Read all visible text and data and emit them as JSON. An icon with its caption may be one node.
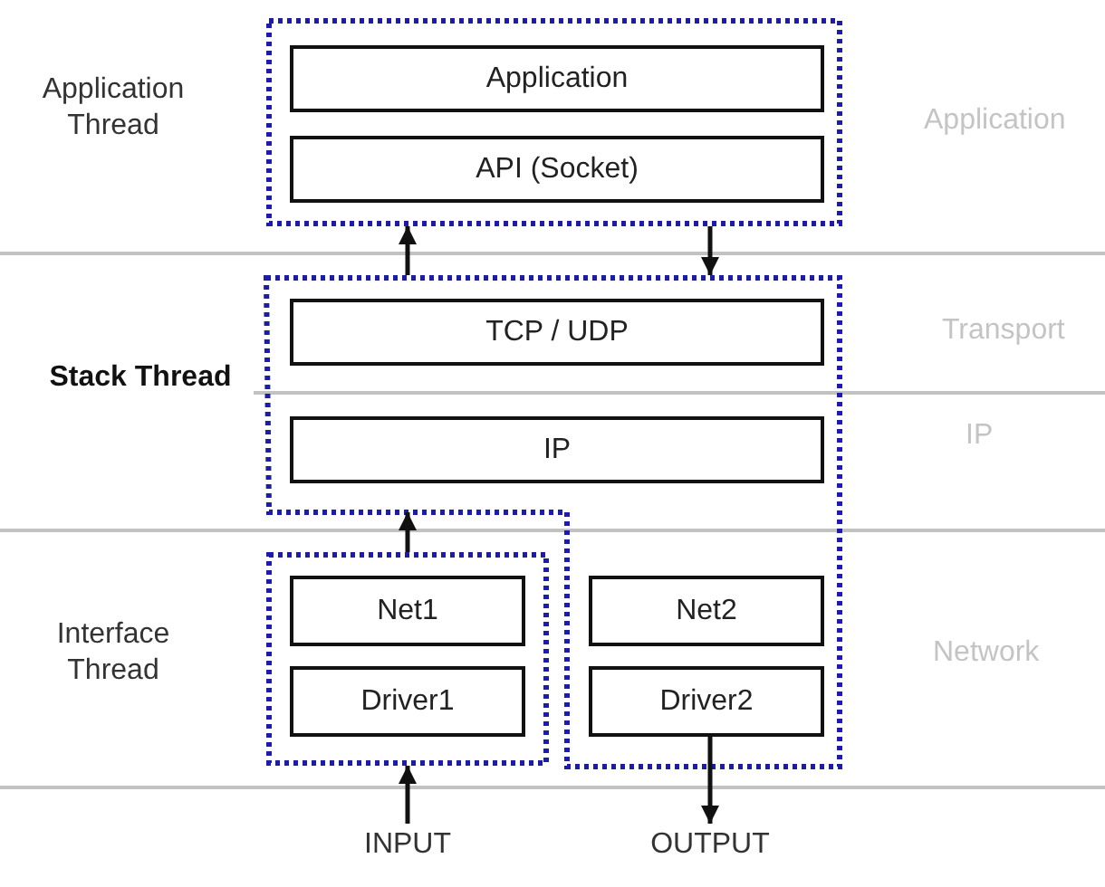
{
  "diagram": {
    "nodes": [
      {
        "text": [
          "Application Thread"
        ]
      },
      {
        "text": [
          "Application"
        ],
        "in": 0
      },
      {
        "text": [
          "API (Socket)"
        ],
        "in": 0
      },
      {
        "text": [
          "Stack Thread"
        ]
      },
      {
        "text": [
          "TCP / UDP"
        ],
        "in": 3
      },
      {
        "text": [
          "IP"
        ],
        "in": 3
      },
      {
        "text": [
          "Interface Thread"
        ]
      },
      {
        "text": [
          "Net1"
        ],
        "in": 6
      },
      {
        "text": [
          "Driver1"
        ],
        "in": 6
      },
      {
        "text": [
          "Net2"
        ],
        "in": 3
      },
      {
        "text": [
          "Driver2"
        ],
        "in": 3
      },
      {
        "text": [
          "INPUT"
        ]
      },
      {
        "text": [
          "OUTPUT"
        ]
      }
    ],
    "edges": [
      {
        "from": 3,
        "to": 0,
        "arrow": "to"
      },
      {
        "from": 0,
        "to": 3,
        "arrow": "to"
      },
      {
        "from": 6,
        "to": 3,
        "arrow": "to"
      },
      {
        "from": 11,
        "to": 6,
        "arrow": "to"
      },
      {
        "from": 10,
        "to": 12,
        "arrow": "to"
      }
    ],
    "labels": [
      "Application",
      "Transport",
      "IP",
      "Network"
    ]
  }
}
